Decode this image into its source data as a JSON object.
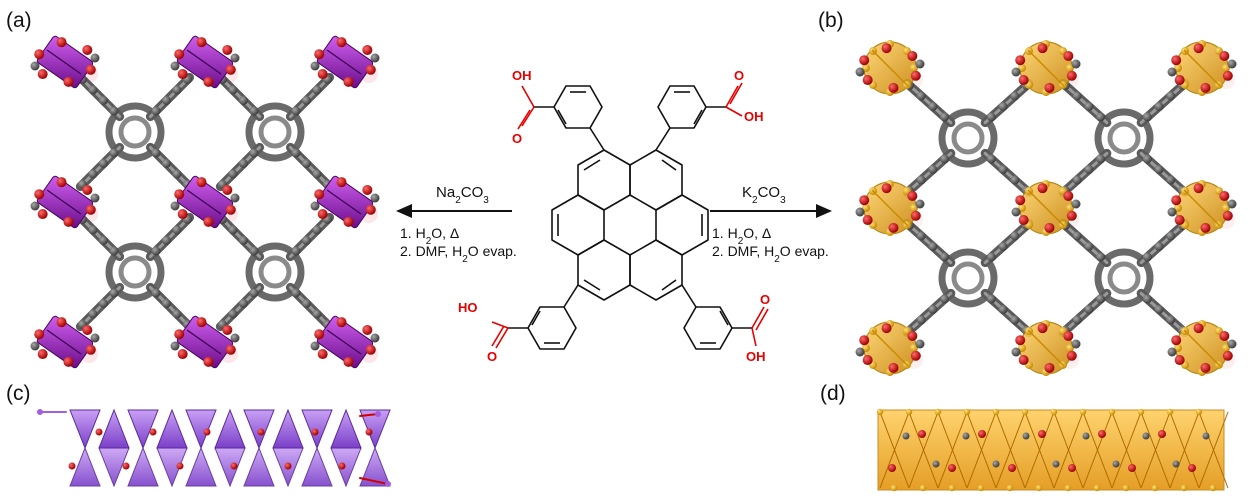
{
  "panels": {
    "a": "(a)",
    "b": "(b)",
    "c": "(c)",
    "d": "(d)"
  },
  "left_reaction": {
    "reagent_base": "Na",
    "reagent_sub1": "2",
    "reagent_mid": "CO",
    "reagent_sub2": "3",
    "step1_pre": "1. H",
    "step1_sub": "2",
    "step1_post": "O, Δ",
    "step2_pre": "2. DMF, H",
    "step2_sub": "2",
    "step2_post": "O evap."
  },
  "right_reaction": {
    "reagent_base": "K",
    "reagent_sub1": "2",
    "reagent_mid": "CO",
    "reagent_sub2": "3",
    "step1_pre": "1. H",
    "step1_sub": "2",
    "step1_post": "O, Δ",
    "step2_pre": "2. DMF, H",
    "step2_sub": "2",
    "step2_post": "O evap."
  },
  "molecule_labels": {
    "oh": "OH",
    "ho": "HO",
    "o": "O"
  },
  "colors": {
    "na_polyhedra": "#a020c0",
    "na_chain": "#9b63e0",
    "k_polyhedra": "#e8a317",
    "k_chain": "#f5a623",
    "oxygen": "#d40000",
    "carbon": "#555555",
    "bond": "#111111"
  }
}
